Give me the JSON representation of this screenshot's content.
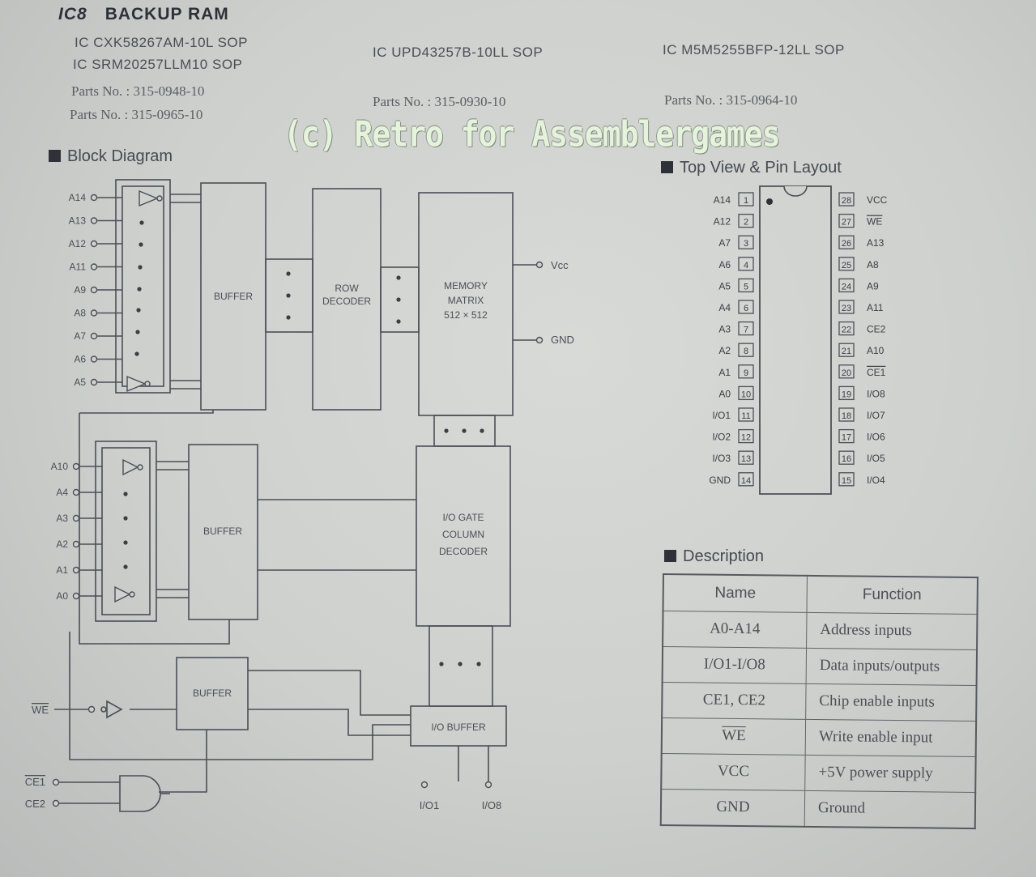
{
  "header": {
    "ic_label": "IC8",
    "title": "BACKUP RAM",
    "variants": [
      {
        "ic_lines": [
          "IC CXK58267AM-10L SOP",
          "IC SRM20257LLM10 SOP"
        ],
        "parts": [
          "Parts No. : 315-0948-10",
          "Parts No. : 315-0965-10"
        ]
      },
      {
        "ic_lines": [
          "IC UPD43257B-10LL SOP"
        ],
        "parts": [
          "Parts No. : 315-0930-10"
        ]
      },
      {
        "ic_lines": [
          "IC M5M5255BFP-12LL SOP"
        ],
        "parts": [
          "Parts No. : 315-0964-10"
        ]
      }
    ]
  },
  "watermark": "(c) Retro for Assemblergames",
  "block_diagram": {
    "title": "Block Diagram",
    "row_inputs": [
      "A14",
      "A13",
      "A12",
      "A11",
      "A9",
      "A8",
      "A7",
      "A6",
      "A5"
    ],
    "col_inputs": [
      "A10",
      "A4",
      "A3",
      "A2",
      "A1",
      "A0"
    ],
    "control_inputs": {
      "we": "WE",
      "ce1": "CE1",
      "ce2": "CE2"
    },
    "blocks": {
      "buffer_row": "BUFFER",
      "buffer_col": "BUFFER",
      "buffer_ctrl": "BUFFER",
      "row_decoder": "ROW\nDECODER",
      "memory_matrix": "MEMORY\nMATRIX\n512 × 512",
      "io_gate": "I/O GATE\nCOLUMN\nDECODER",
      "io_buffer": "I/O BUFFER"
    },
    "power": {
      "vcc": "Vcc",
      "gnd": "GND"
    },
    "io_pins": [
      "I/O1",
      "I/O8"
    ]
  },
  "pin_layout": {
    "title": "Top View & Pin Layout",
    "left_pins": [
      {
        "num": "1",
        "name": "A14"
      },
      {
        "num": "2",
        "name": "A12"
      },
      {
        "num": "3",
        "name": "A7"
      },
      {
        "num": "4",
        "name": "A6"
      },
      {
        "num": "5",
        "name": "A5"
      },
      {
        "num": "6",
        "name": "A4"
      },
      {
        "num": "7",
        "name": "A3"
      },
      {
        "num": "8",
        "name": "A2"
      },
      {
        "num": "9",
        "name": "A1"
      },
      {
        "num": "10",
        "name": "A0"
      },
      {
        "num": "11",
        "name": "I/O1"
      },
      {
        "num": "12",
        "name": "I/O2"
      },
      {
        "num": "13",
        "name": "I/O3"
      },
      {
        "num": "14",
        "name": "GND"
      }
    ],
    "right_pins": [
      {
        "num": "28",
        "name": "VCC"
      },
      {
        "num": "27",
        "name": "WE"
      },
      {
        "num": "26",
        "name": "A13"
      },
      {
        "num": "25",
        "name": "A8"
      },
      {
        "num": "24",
        "name": "A9"
      },
      {
        "num": "23",
        "name": "A11"
      },
      {
        "num": "22",
        "name": "CE2"
      },
      {
        "num": "21",
        "name": "A10"
      },
      {
        "num": "20",
        "name": "CE1"
      },
      {
        "num": "19",
        "name": "I/O8"
      },
      {
        "num": "18",
        "name": "I/O7"
      },
      {
        "num": "17",
        "name": "I/O6"
      },
      {
        "num": "16",
        "name": "I/O5"
      },
      {
        "num": "15",
        "name": "I/O4"
      }
    ],
    "overlined": [
      "WE",
      "CE1"
    ]
  },
  "description": {
    "title": "Description",
    "headers": [
      "Name",
      "Function"
    ],
    "rows": [
      {
        "name": "A0-A14",
        "function": "Address inputs"
      },
      {
        "name": "I/O1-I/O8",
        "function": "Data inputs/outputs"
      },
      {
        "name": "CE1, CE2",
        "function": "Chip enable inputs"
      },
      {
        "name": "WE",
        "function": "Write enable input"
      },
      {
        "name": "VCC",
        "function": "+5V power supply"
      },
      {
        "name": "GND",
        "function": "Ground"
      }
    ]
  }
}
